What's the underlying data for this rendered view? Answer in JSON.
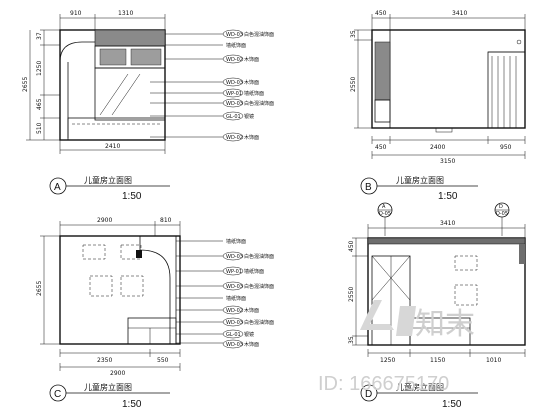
{
  "drawing": {
    "views": [
      {
        "id": "A",
        "title": "儿童房立面图",
        "scale": "1:50",
        "dims_top": [
          "910",
          "1310"
        ],
        "dims_left": [
          "37",
          "1250",
          "465",
          "510"
        ],
        "dim_overall_h": "2655",
        "dim_bottom": "2410",
        "tags": [
          {
            "code": "WD-03",
            "text": "白色混油饰面"
          },
          {
            "code": "",
            "text": "墙纸饰面"
          },
          {
            "code": "WD-02",
            "text": "木饰面"
          },
          {
            "code": "WD-03",
            "text": "木饰面"
          },
          {
            "code": "WP-01",
            "text": "墙纸饰面"
          },
          {
            "code": "WD-03",
            "text": "白色混油饰面"
          },
          {
            "code": "GL-01",
            "text": "银镜"
          },
          {
            "code": "WD-02",
            "text": "木饰面"
          }
        ]
      },
      {
        "id": "B",
        "title": "儿童房立面图",
        "scale": "1:50",
        "dims_top": [
          "450",
          "3410"
        ],
        "dims_left": [
          "35",
          "2550"
        ],
        "dims_bottom": [
          "450",
          "2400",
          "950"
        ],
        "dim_overall_w": "3150"
      },
      {
        "id": "C",
        "title": "儿童房立面图",
        "scale": "1:50",
        "dims_top": [
          "2900",
          "810"
        ],
        "dims_left": [
          "2655"
        ],
        "dims_bottom": [
          "2350",
          "550"
        ],
        "dim_overall_w": "2900",
        "tags": [
          {
            "code": "",
            "text": "墙纸饰面"
          },
          {
            "code": "WD-03",
            "text": "白色混油饰面"
          },
          {
            "code": "WP-01",
            "text": "墙纸饰面"
          },
          {
            "code": "WD-03",
            "text": "白色混油饰面"
          },
          {
            "code": "",
            "text": "墙纸饰面"
          },
          {
            "code": "WD-02",
            "text": "木饰面"
          },
          {
            "code": "WD-03",
            "text": "白色混油饰面"
          },
          {
            "code": "GL-01",
            "text": "银镜"
          },
          {
            "code": "WD-03",
            "text": "木饰面"
          }
        ]
      },
      {
        "id": "D",
        "title": "儿童房立面图",
        "scale": "1:50",
        "dims_top": [
          "3410"
        ],
        "dims_left": [
          "450",
          "2550",
          "35"
        ],
        "dims_bottom": [
          "1250",
          "1150",
          "1010"
        ],
        "section_refs": [
          {
            "letter": "A",
            "sheet": "D-05"
          },
          {
            "letter": "D",
            "sheet": "D-05"
          }
        ]
      }
    ]
  },
  "watermark": {
    "logo_text": "知末",
    "id_text": "ID: 166675170"
  }
}
